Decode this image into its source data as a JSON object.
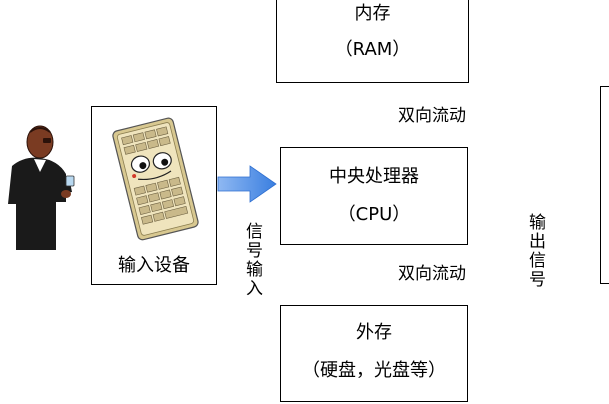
{
  "memory": {
    "title": "内存",
    "subtitle": "（RAM）"
  },
  "cpu": {
    "title": "中央处理器",
    "subtitle": "（CPU）"
  },
  "storage": {
    "title": "外存",
    "subtitle": "（硬盘，光盘等）"
  },
  "input_device": {
    "label": "输入设备"
  },
  "labels": {
    "bidirectional_top": "双向流动",
    "bidirectional_bottom": "双向流动",
    "signal_input": "信号输入",
    "output_signal": "输出信号"
  },
  "colors": {
    "arrow": "#3a7fe0",
    "border": "#000000",
    "person_suit": "#1a1a1a",
    "person_skin": "#7a3b22",
    "keyboard": "#e8dcae"
  }
}
